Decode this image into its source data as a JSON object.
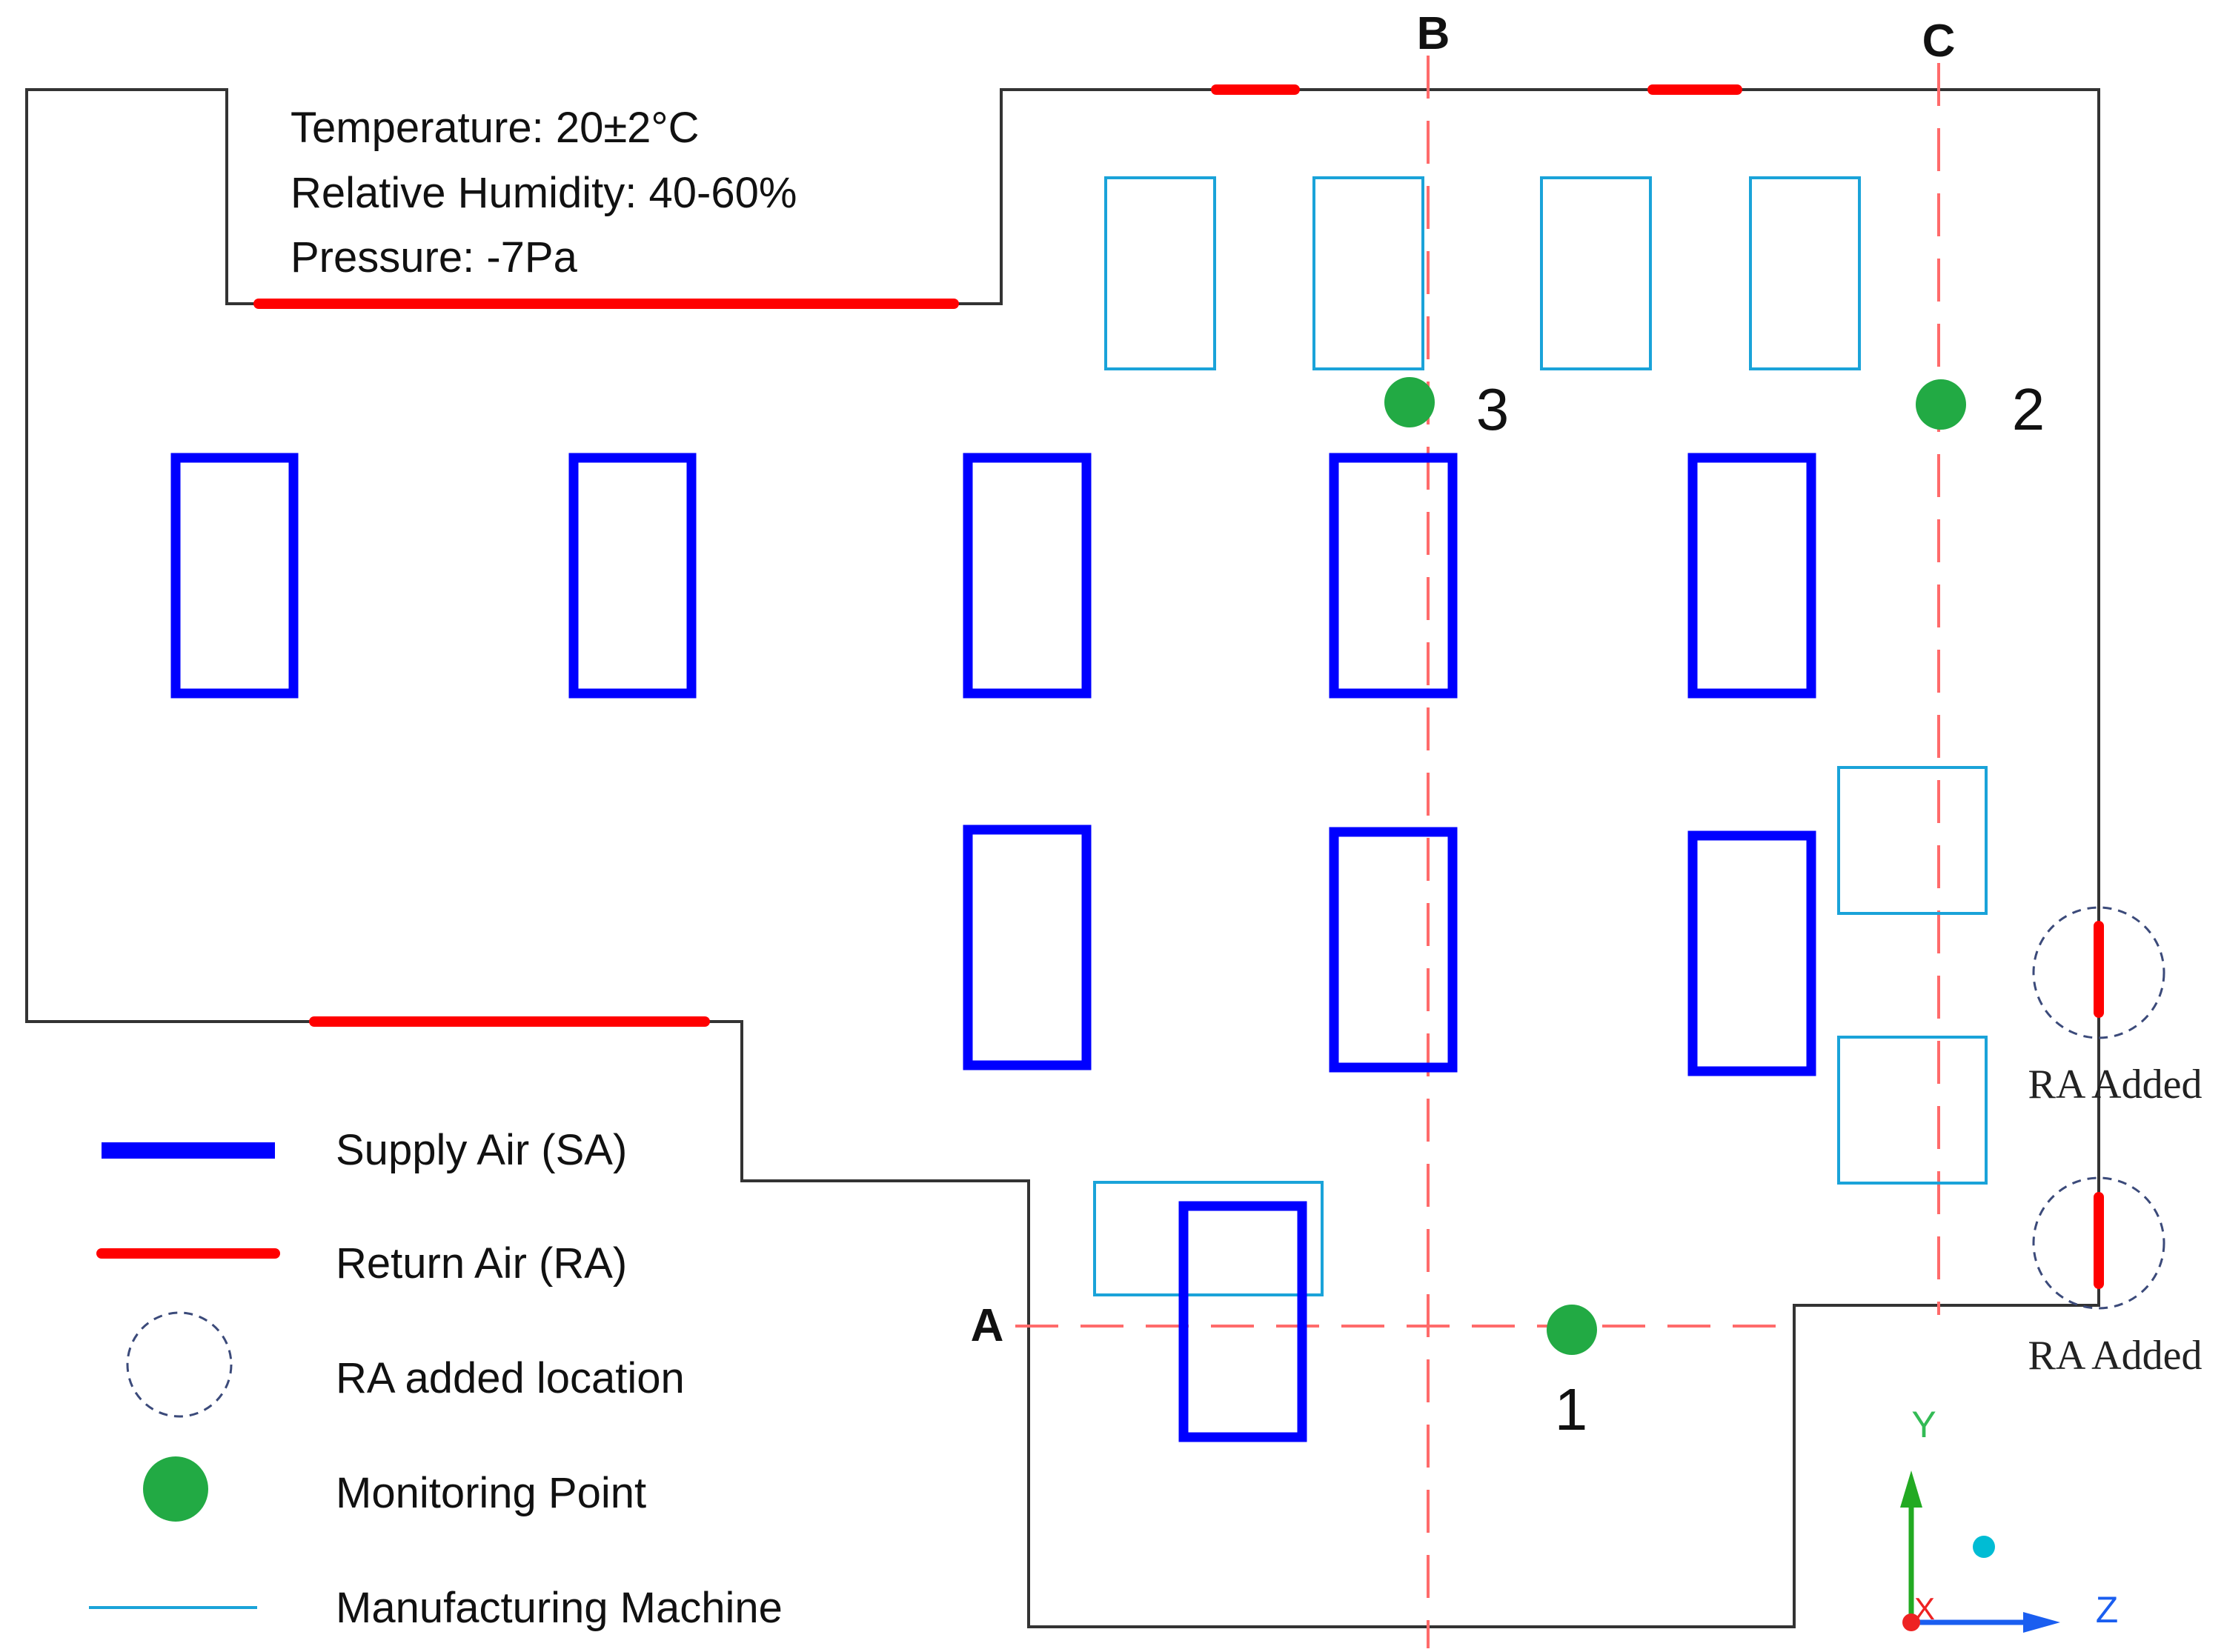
{
  "conditions": {
    "temperature": "Temperature: 20±2°C",
    "humidity": "Relative Humidity: 40-60%",
    "pressure": "Pressure: -7Pa"
  },
  "section_lines": {
    "a": "A",
    "b": "B",
    "c": "C"
  },
  "monitoring_points": {
    "p1": "1",
    "p2": "2",
    "p3": "3"
  },
  "ra_added": {
    "upper": "RA Added",
    "lower": "RA Added"
  },
  "legend": {
    "supply_air": "Supply Air (SA)",
    "return_air": "Return Air (RA)",
    "ra_added_location": "RA added location",
    "monitoring_point": "Monitoring Point",
    "manufacturing_machine": "Manufacturing Machine"
  },
  "axes": {
    "y": "Y",
    "x": "X",
    "z": "Z"
  },
  "colors": {
    "wall": "#333333",
    "supply_air": "#0000ff",
    "return_air": "#ff0000",
    "section_line": "#ff6b6b",
    "machine": "#1aa3d9",
    "monitoring_point": "#22aa44",
    "ra_circle": "#3b4a7a",
    "axis_y": "#22aa22",
    "axis_z": "#1a5ef0",
    "axis_x": "#ee2222",
    "axis_dot": "#00bcd4"
  }
}
